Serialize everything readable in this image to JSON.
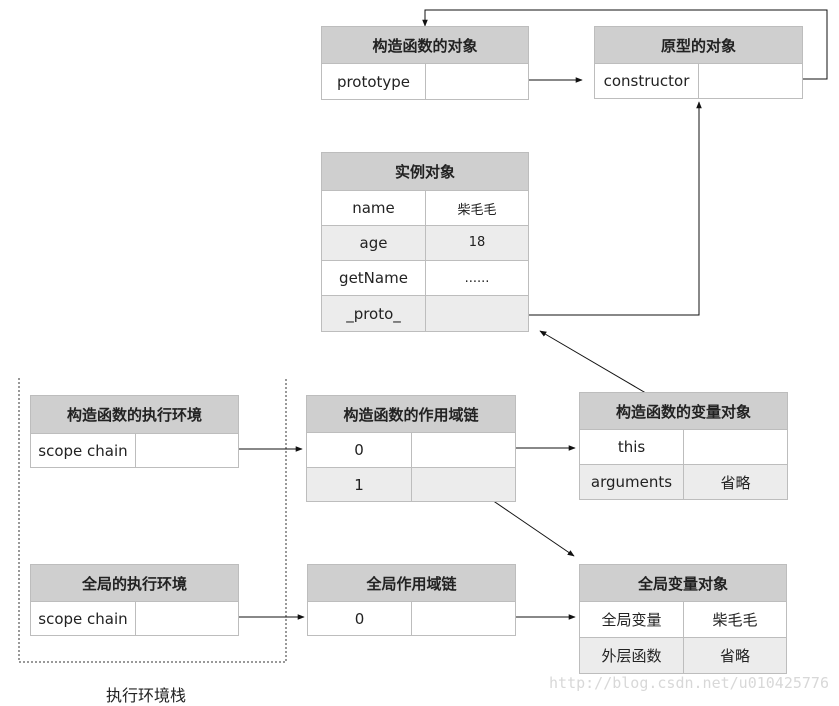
{
  "ctor_object": {
    "title": "构造函数的对象",
    "rows": [
      {
        "key": "prototype",
        "value": ""
      }
    ]
  },
  "proto_object": {
    "title": "原型的对象",
    "rows": [
      {
        "key": "constructor",
        "value": ""
      }
    ]
  },
  "instance": {
    "title": "实例对象",
    "rows": [
      {
        "key": "name",
        "value": "柴毛毛"
      },
      {
        "key": "age",
        "value": "18"
      },
      {
        "key": "getName",
        "value": "......"
      },
      {
        "key": "_proto_",
        "value": ""
      }
    ]
  },
  "ctor_exec_env": {
    "title": "构造函数的执行环境",
    "rows": [
      {
        "key": "scope chain",
        "value": ""
      }
    ]
  },
  "ctor_scope_chain": {
    "title": "构造函数的作用域链",
    "rows": [
      {
        "key": "0",
        "value": ""
      },
      {
        "key": "1",
        "value": ""
      }
    ]
  },
  "ctor_var_obj": {
    "title": "构造函数的变量对象",
    "rows": [
      {
        "key": "this",
        "value": ""
      },
      {
        "key": "arguments",
        "value": "省略"
      }
    ]
  },
  "global_exec_env": {
    "title": "全局的执行环境",
    "rows": [
      {
        "key": "scope chain",
        "value": ""
      }
    ]
  },
  "global_scope_chain": {
    "title": "全局作用域链",
    "rows": [
      {
        "key": "0",
        "value": ""
      }
    ]
  },
  "global_var_obj": {
    "title": "全局变量对象",
    "rows": [
      {
        "key": "全局变量",
        "value": "柴毛毛"
      },
      {
        "key": "外层函数",
        "value": "省略"
      }
    ]
  },
  "stack_label": "执行环境栈",
  "watermark": "http://blog.csdn.net/u010425776"
}
